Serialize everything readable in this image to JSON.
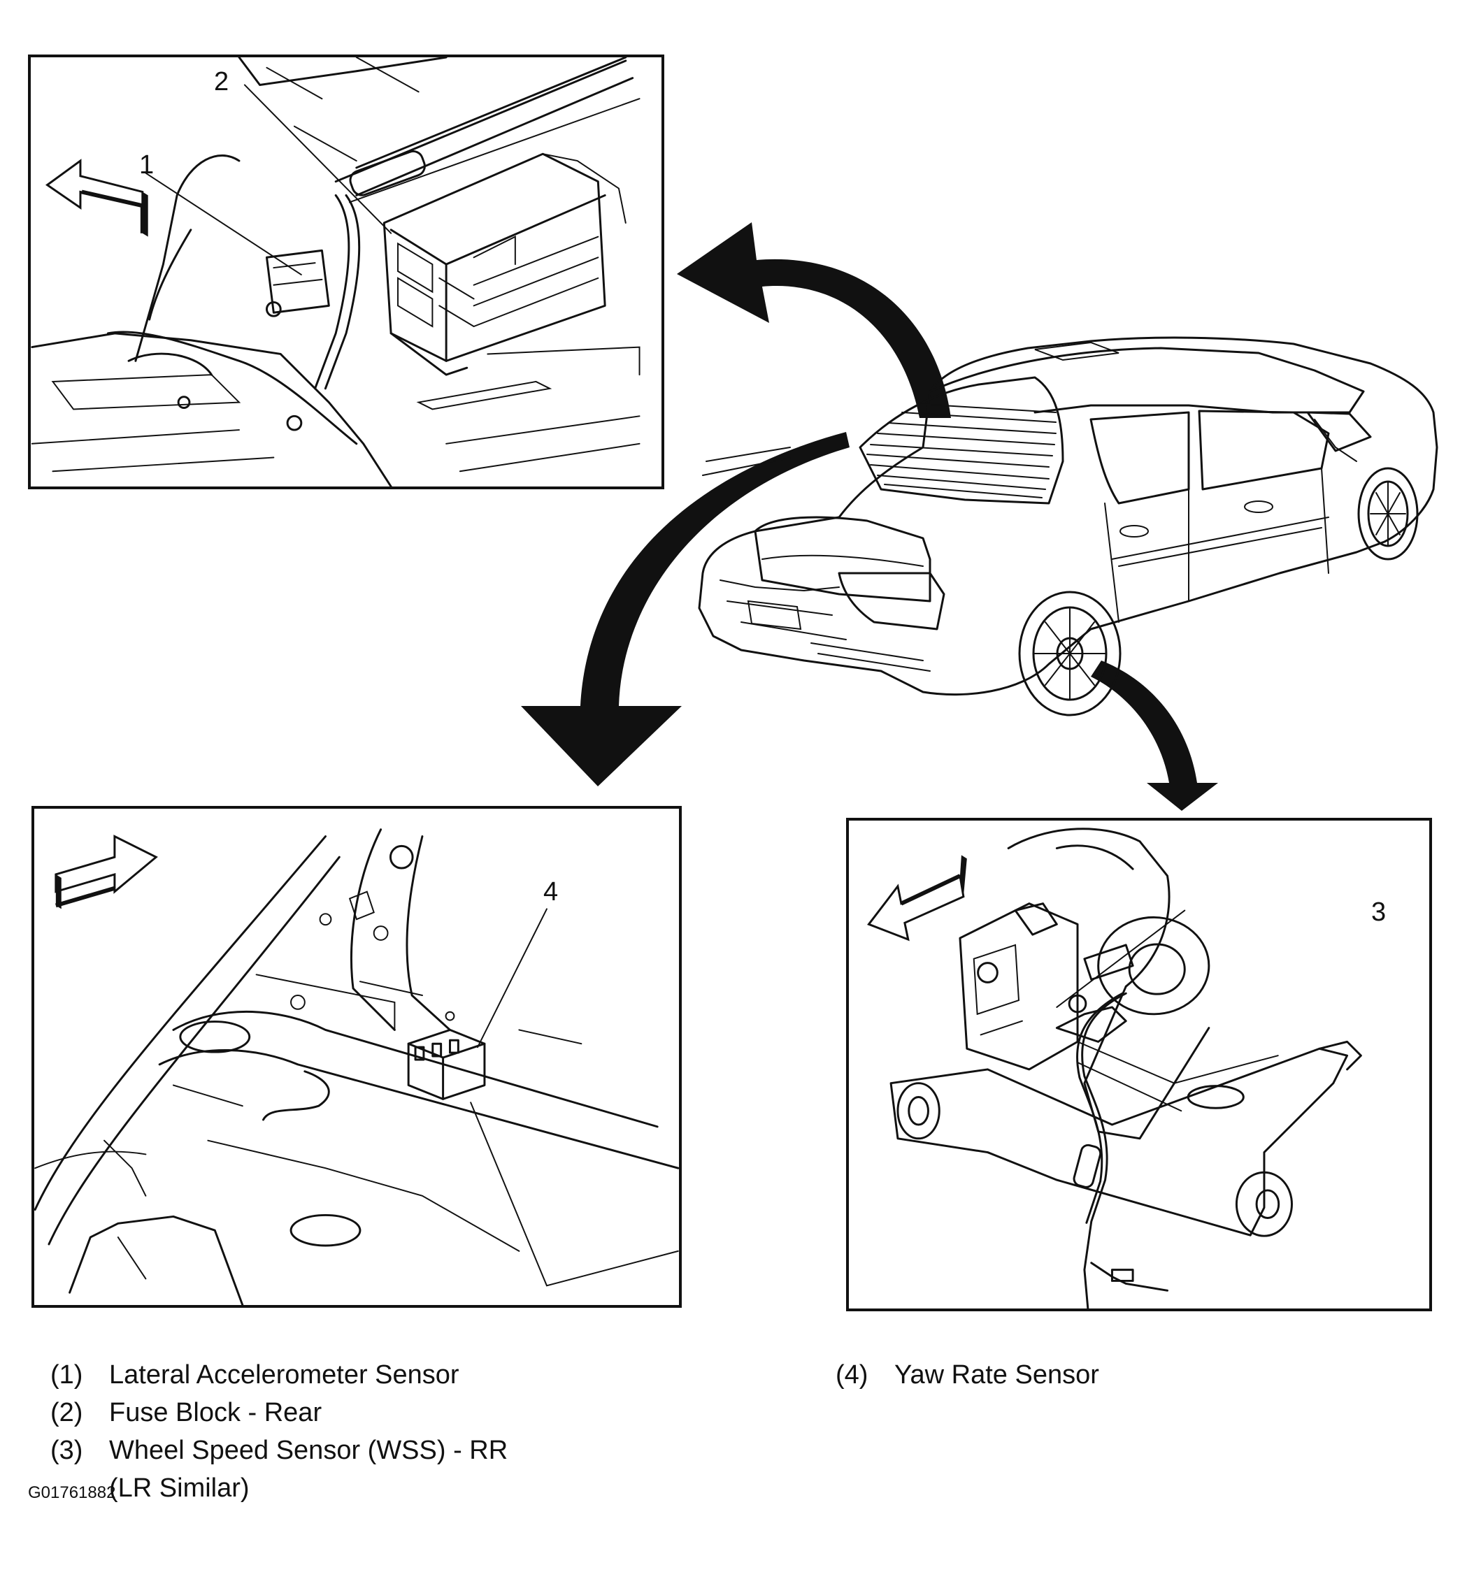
{
  "callouts": {
    "c1": "1",
    "c2": "2",
    "c3": "3",
    "c4": "4"
  },
  "legend": [
    {
      "num": "(1)",
      "text": "Lateral Accelerometer Sensor"
    },
    {
      "num": "(2)",
      "text": "Fuse Block - Rear"
    },
    {
      "num": "(3)",
      "text": "Wheel Speed Sensor (WSS) - RR"
    },
    {
      "num": "",
      "text": "(LR Similar)"
    },
    {
      "num": "(4)",
      "text": "Yaw Rate Sensor"
    }
  ],
  "figure_id": "G01761882",
  "icons": [
    "forward-arrow-icon",
    "curved-pointer-arrow-icon"
  ]
}
